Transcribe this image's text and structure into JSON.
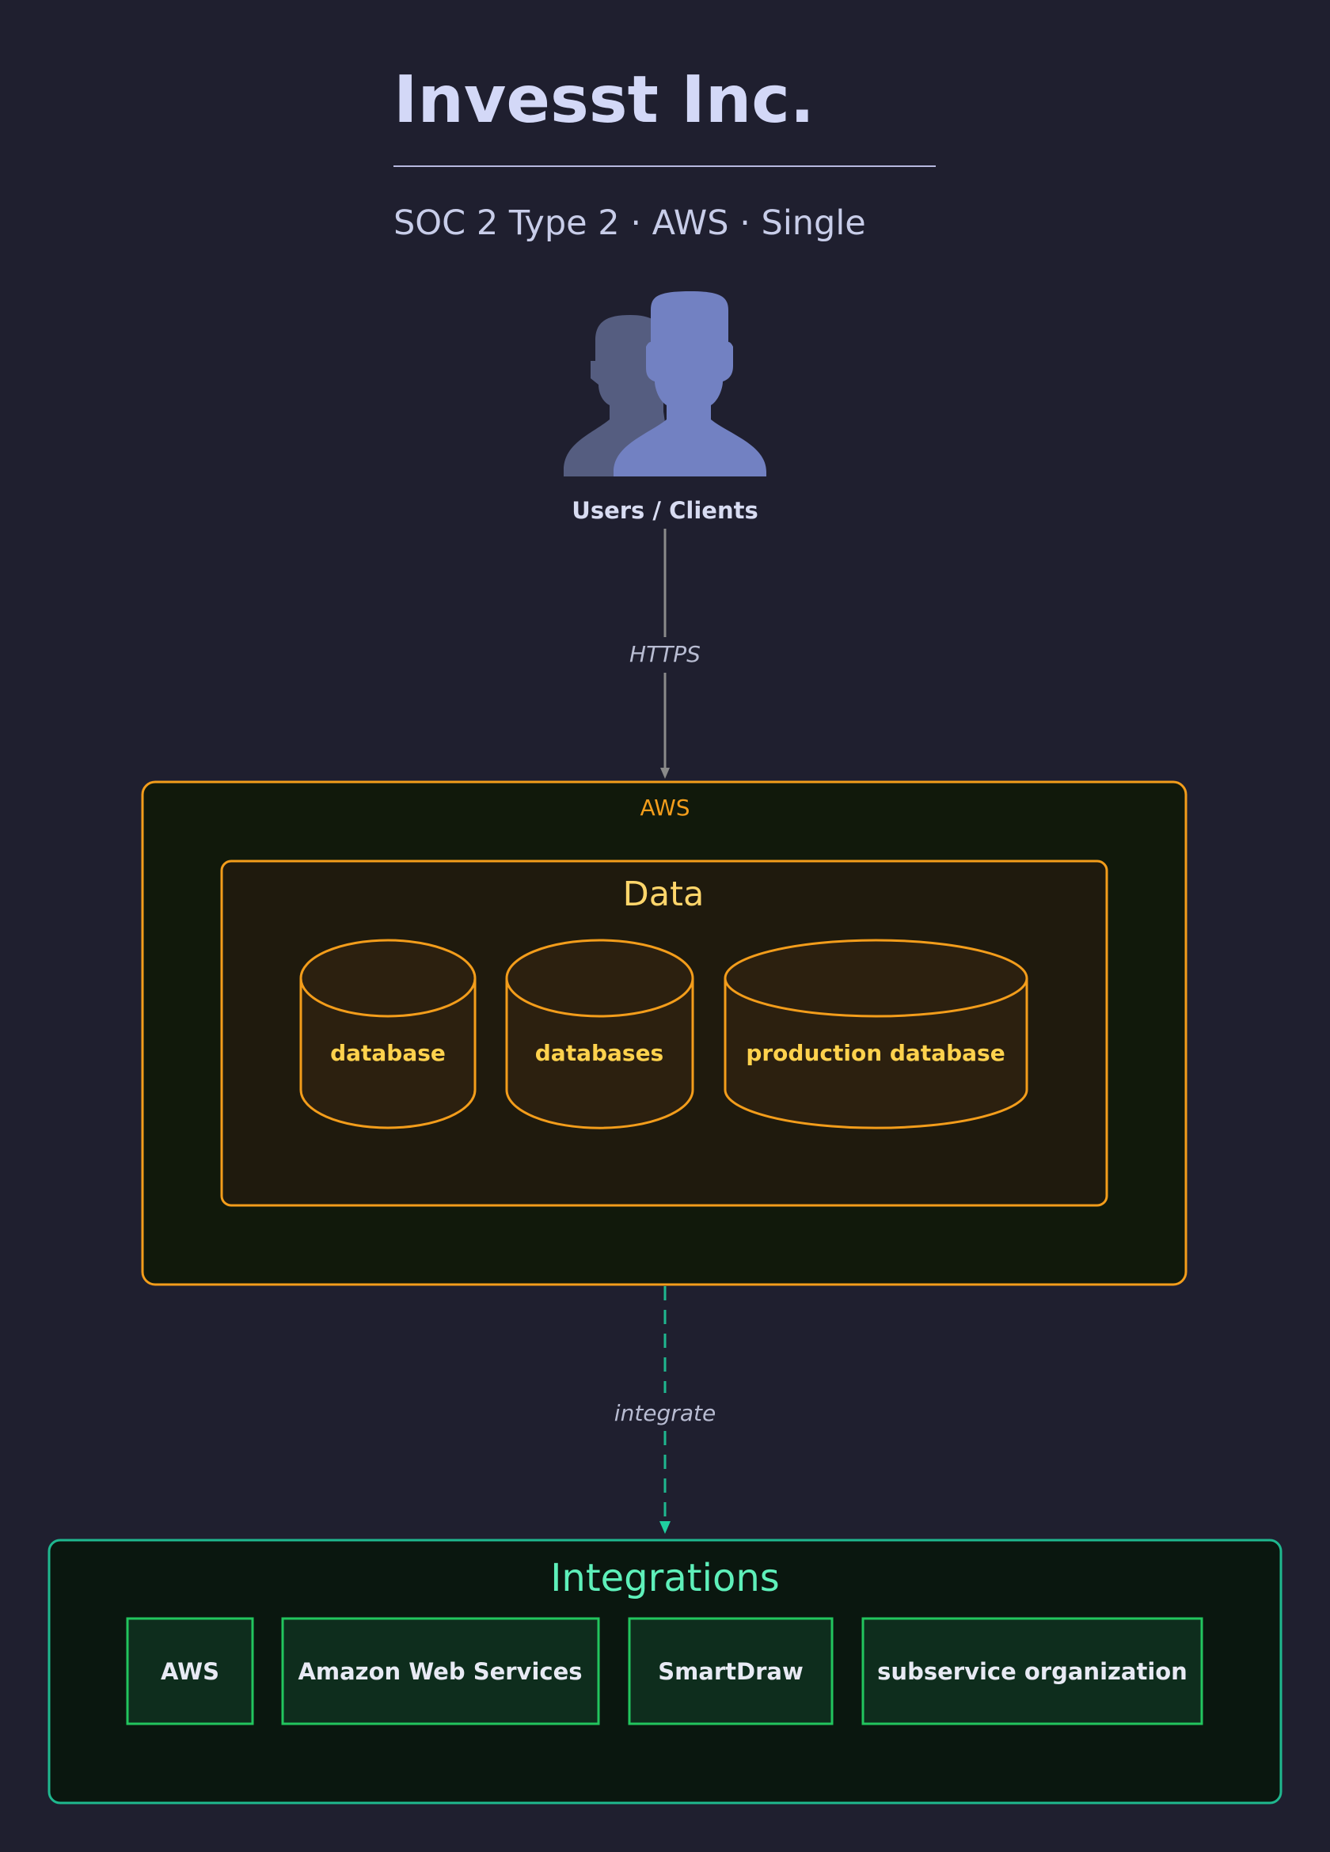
{
  "header": {
    "title": "Invesst Inc.",
    "subtitle": "SOC 2 Type 2 · AWS · Single"
  },
  "users": {
    "label": "Users / Clients",
    "icon": "users-icon"
  },
  "edges": {
    "https_label": "HTTPS",
    "integrate_label": "integrate"
  },
  "aws": {
    "label": "AWS",
    "data_group": {
      "label": "Data",
      "databases": [
        {
          "label": "database",
          "icon": "database-icon"
        },
        {
          "label": "databases",
          "icon": "database-icon"
        },
        {
          "label": "production database",
          "icon": "database-icon"
        }
      ]
    }
  },
  "integrations": {
    "label": "Integrations",
    "services": [
      {
        "label": "AWS"
      },
      {
        "label": "Amazon Web Services"
      },
      {
        "label": "SmartDraw"
      },
      {
        "label": "subservice organization"
      }
    ]
  },
  "colors": {
    "background": "#1f1f2f",
    "aws_accent": "#f39d1b",
    "data_text": "#ffd66b",
    "integration_accent": "#20c997",
    "edge_gray": "#8a8a8a"
  }
}
